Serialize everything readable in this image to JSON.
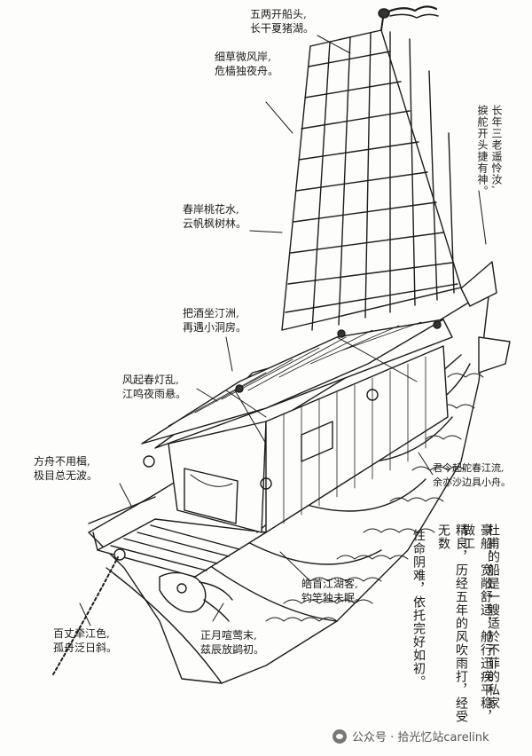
{
  "annotations": [
    {
      "id": "a1",
      "lines": [
        "五两开船头,",
        "长干夏猪湖。"
      ]
    },
    {
      "id": "a2",
      "lines": [
        "细草微风岸,",
        "危樯独夜舟。"
      ]
    },
    {
      "id": "a3",
      "lines": [
        "春岸桃花水,",
        "云帆枫树林。"
      ]
    },
    {
      "id": "a4",
      "lines": [
        "把酒坐汀洲,",
        "再遇小洞房。"
      ]
    },
    {
      "id": "a5",
      "lines": [
        "风起春灯乱,",
        "江鸣夜雨悬。"
      ]
    },
    {
      "id": "a6",
      "lines": [
        "方舟不用楫,",
        "极目总无波。"
      ]
    },
    {
      "id": "a7",
      "lines": [
        "百丈牵江色,",
        "孤舟泛日斜。"
      ]
    },
    {
      "id": "a8",
      "lines": [
        "正月喧莺末,",
        "兹辰放鹢初。"
      ]
    },
    {
      "id": "a9",
      "lines": [
        "皓首江湖客,",
        "钓竿独未眠。"
      ]
    },
    {
      "id": "a10",
      "lines": [
        "君今起舵春江流,",
        "余亦沙边具小舟。"
      ]
    },
    {
      "id": "a11",
      "lines": [
        "长年三老遥怜汝,",
        "捩舵开头捷有神。"
      ]
    }
  ],
  "description_columns": [
    "杜甫的船是一艘适於不菲的私家",
    "豪船，宽敞舒适，舱行迅疾平稳，做工",
    "精良，历经五年的风吹雨打，经受无数",
    "性命阴难，依托完好如初。"
  ],
  "watermark": {
    "icon": "wechat-icon",
    "text": "公众号 · 拾光忆站carelink"
  }
}
